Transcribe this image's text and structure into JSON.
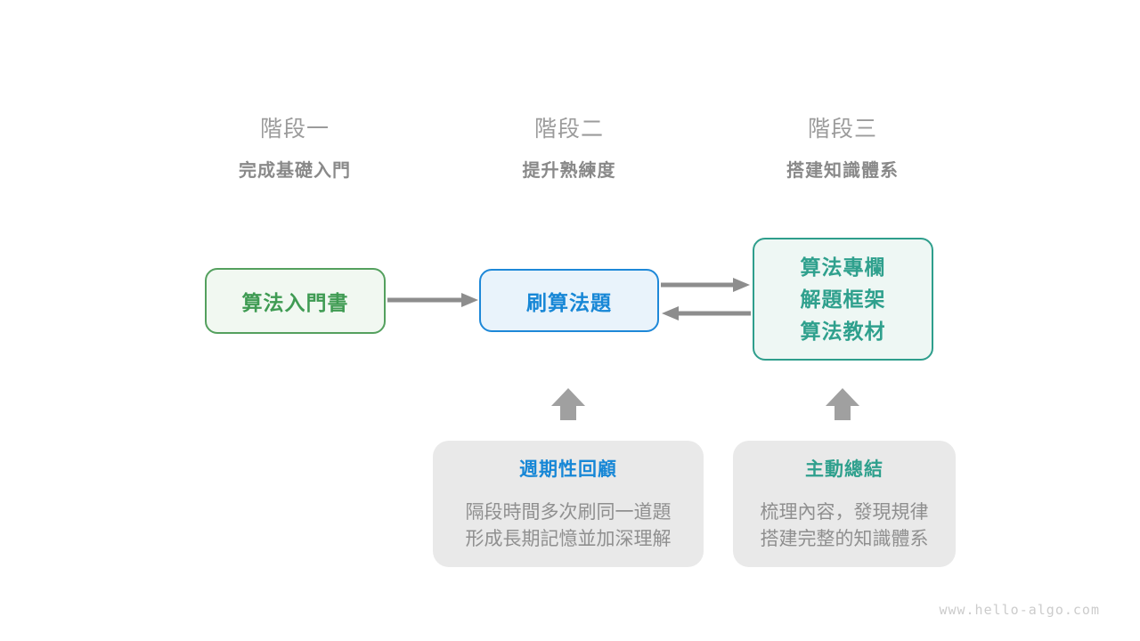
{
  "page": {
    "watermark": "www.hello-algo.com",
    "background": "#ffffff"
  },
  "colors": {
    "green_text": "#3f9b53",
    "green_border": "#54a05e",
    "green_bg": "#f1f8f1",
    "blue_text": "#1787d6",
    "blue_border": "#1e88d8",
    "blue_bg": "#e9f3fb",
    "teal_text": "#2fa08d",
    "teal_border": "#2e9e8c",
    "teal_bg": "#eef7f4",
    "arrow_gray": "#8d8d8d",
    "up_arrow_gray": "#a0a0a0",
    "stage_title_gray": "#9b9b9b",
    "stage_subtitle_gray": "#898989",
    "note_bg": "#e9e9e9",
    "note_body_gray": "#8f8f8f",
    "watermark_gray": "#cccccc"
  },
  "stages": [
    {
      "title": "階段一",
      "subtitle": "完成基礎入門"
    },
    {
      "title": "階段二",
      "subtitle": "提升熟練度"
    },
    {
      "title": "階段三",
      "subtitle": "搭建知識體系"
    }
  ],
  "boxes": {
    "stage1": {
      "label": "算法入門書"
    },
    "stage2": {
      "label": "刷算法題"
    },
    "stage3": {
      "lines": [
        "算法專欄",
        "解題框架",
        "算法教材"
      ]
    }
  },
  "notes": [
    {
      "title": "週期性回顧",
      "lines": [
        "隔段時間多次刷同一道題",
        "形成長期記憶並加深理解"
      ]
    },
    {
      "title": "主動總結",
      "lines": [
        "梳理內容，發現規律",
        "搭建完整的知識體系"
      ]
    }
  ]
}
